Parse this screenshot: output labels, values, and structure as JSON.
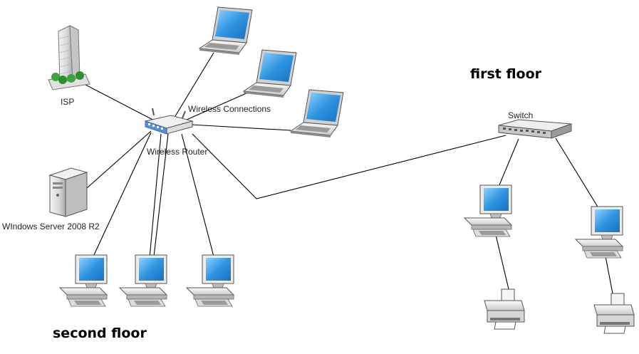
{
  "labels": {
    "isp": "ISP",
    "wireless_connections": "Wireless Connections",
    "wireless_router": "Wireless Router",
    "server": "WIndows Server 2008 R2",
    "switch": "Switch",
    "first_floor": "first floor",
    "second_floor": "second floor"
  },
  "icons": {
    "isp": "building-icon",
    "router": "wireless-router-icon",
    "laptop": "laptop-icon",
    "server": "server-tower-icon",
    "desktop": "desktop-computer-icon",
    "switch": "network-switch-icon",
    "printer": "printer-icon"
  },
  "colors": {
    "screen": "#3aa0e8",
    "line": "#000000",
    "device_body": "#e6e6e6",
    "router_accent": "#5a8fd6"
  }
}
